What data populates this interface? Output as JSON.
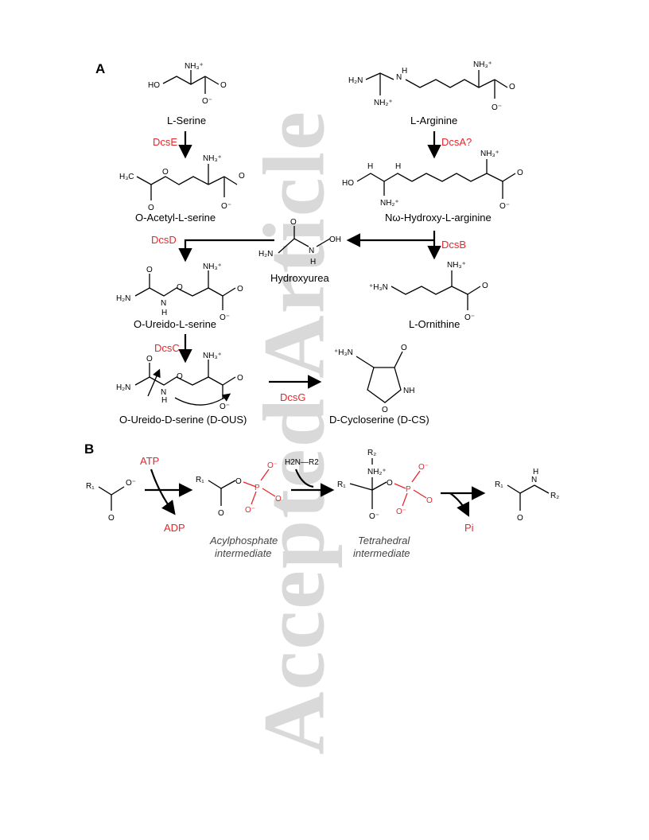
{
  "watermark": "Accepted Article",
  "panel_a": {
    "label": "A",
    "compounds": {
      "serine": "L-Serine",
      "arginine": "L-Arginine",
      "acetylserine": "O-Acetyl-L-serine",
      "hydroxyarginine": "Nω-Hydroxy-L-arginine",
      "hydroxyurea": "Hydroxyurea",
      "ureidolserine": "O-Ureido-L-serine",
      "ornithine": "L-Ornithine",
      "ureidodserine": "O-Ureido-D-serine (D-OUS)",
      "cycloserine": "D-Cycloserine (D-CS)"
    },
    "enzymes": {
      "dcse": "DcsE",
      "dcsa": "DcsA?",
      "dcsd": "DcsD",
      "dcsb": "DcsB",
      "dcsc": "DcsC",
      "dcsg": "DcsG"
    }
  },
  "panel_b": {
    "label": "B",
    "atp": "ATP",
    "adp": "ADP",
    "pi": "Pi",
    "amine": "H2N—R2",
    "intermediate1": [
      "Acylphosphate",
      "intermediate"
    ],
    "intermediate2": [
      "Tetrahedral",
      "intermediate"
    ]
  },
  "colors": {
    "enzyme": "#e8262a",
    "watermark": "#d9d9d9",
    "text": "#000000"
  }
}
